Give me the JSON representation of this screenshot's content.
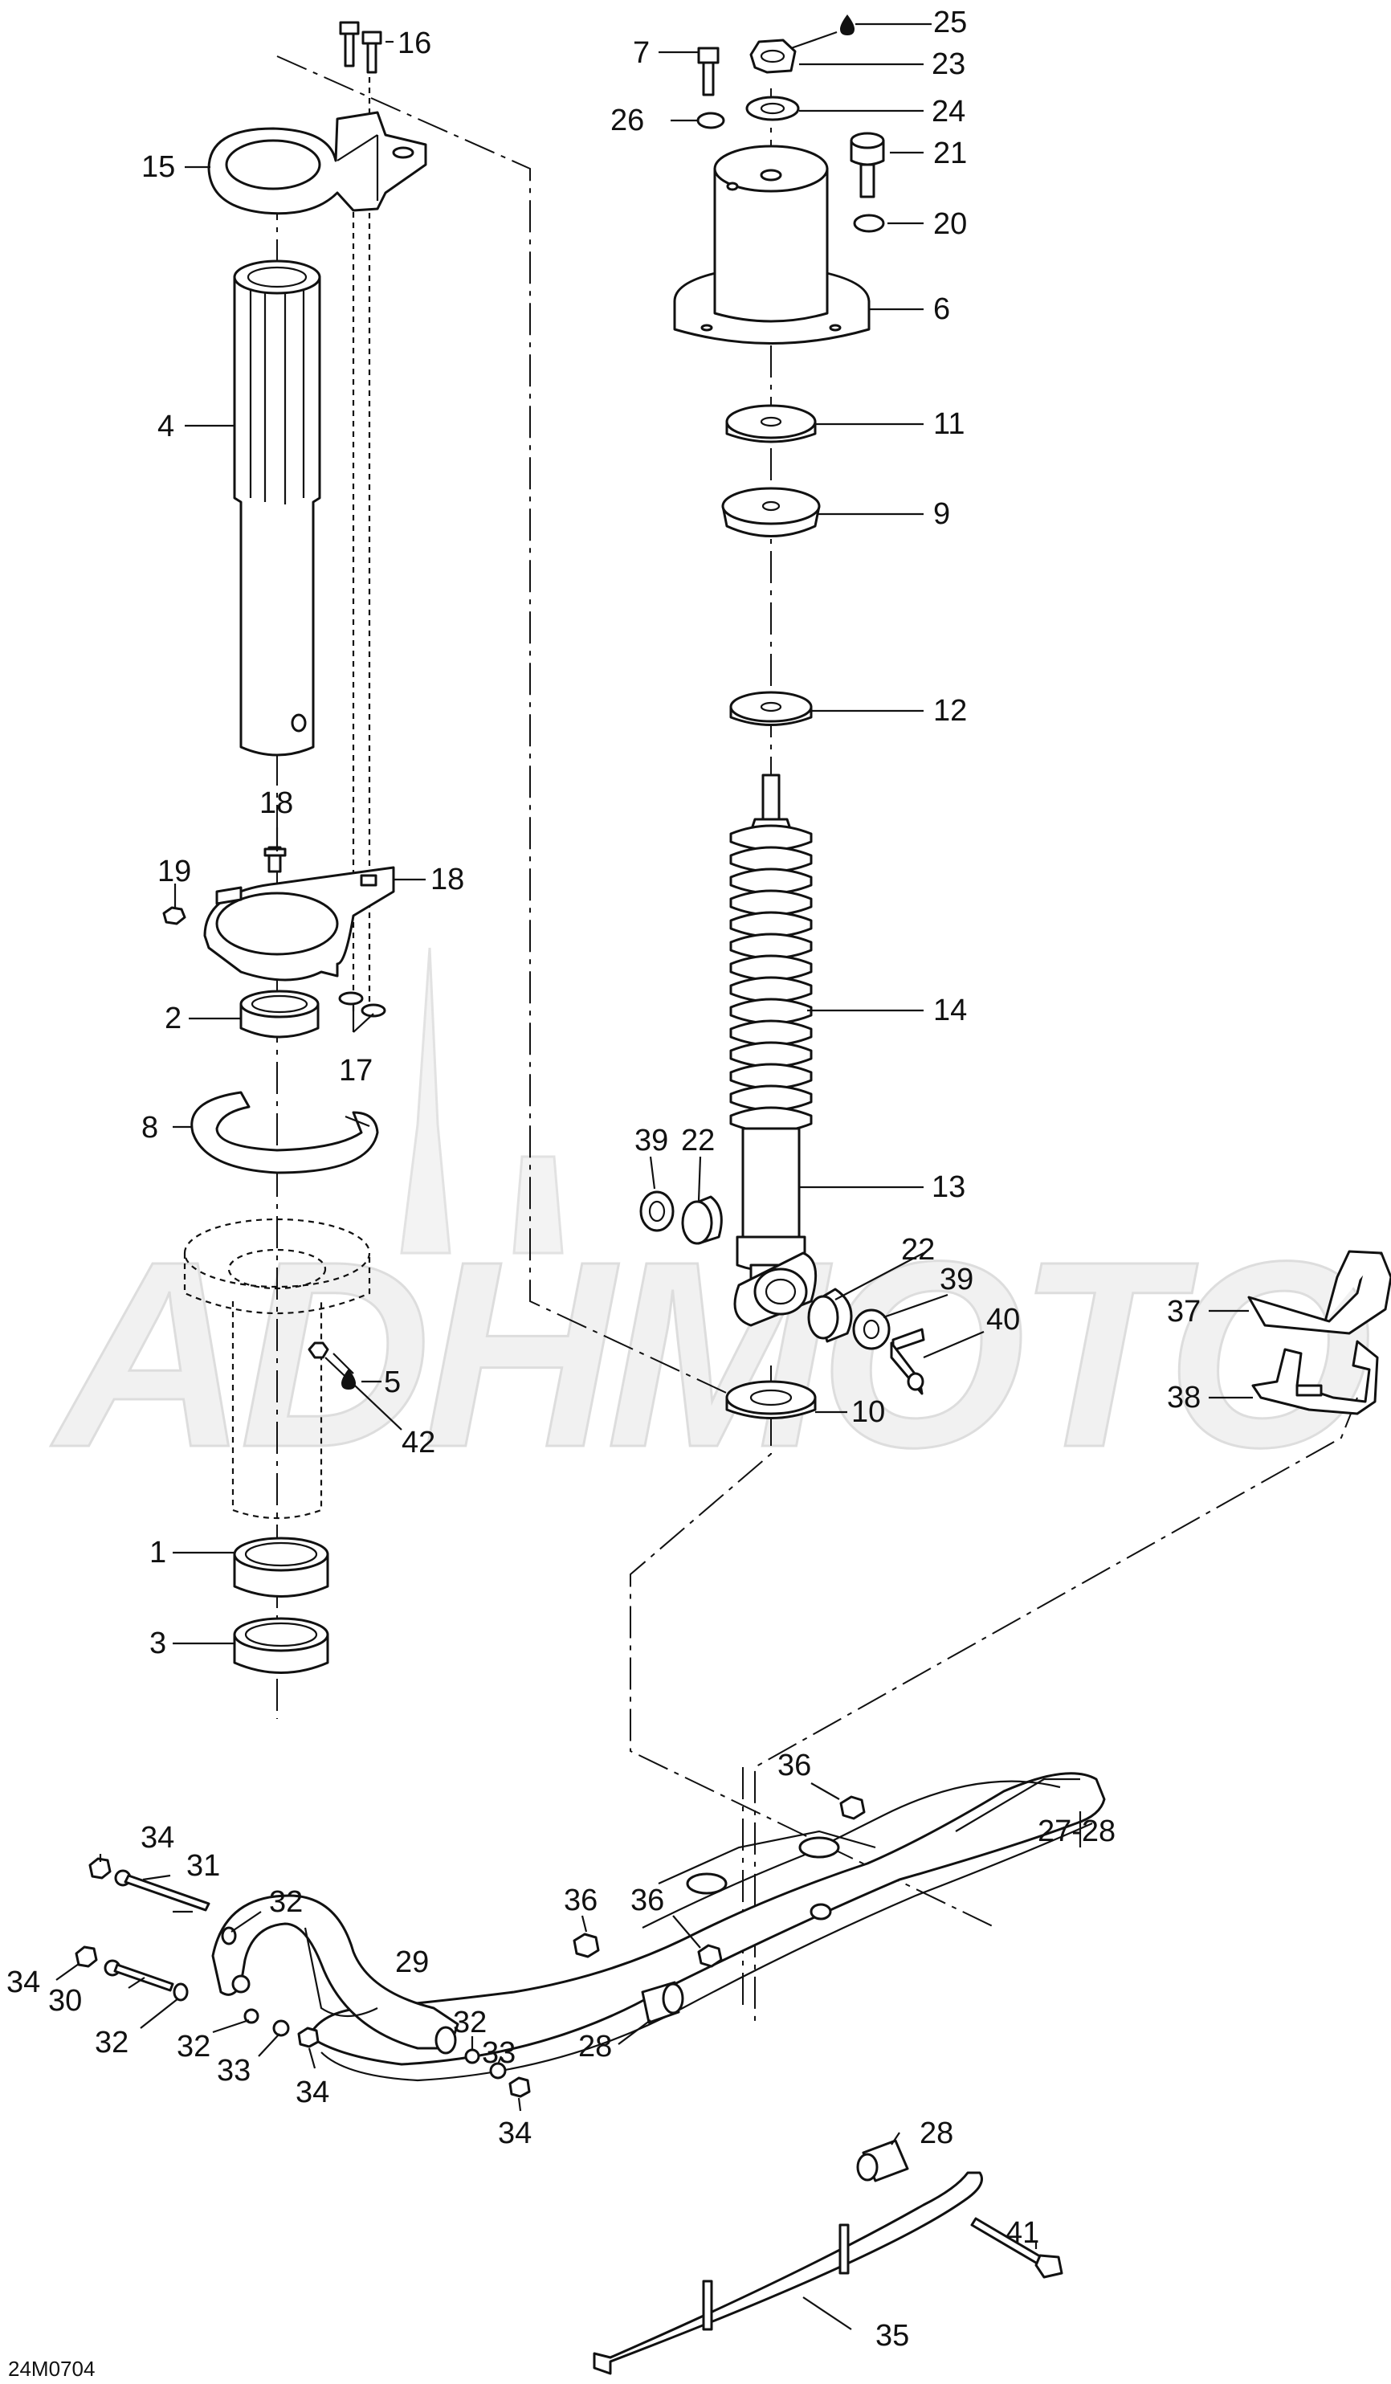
{
  "figure_code": "24M0704",
  "watermark": "ADHMOTO",
  "callouts": [
    {
      "id": "c1",
      "label": "1"
    },
    {
      "id": "c2",
      "label": "2"
    },
    {
      "id": "c3",
      "label": "3"
    },
    {
      "id": "c4",
      "label": "4"
    },
    {
      "id": "c5",
      "label": "5"
    },
    {
      "id": "c6",
      "label": "6"
    },
    {
      "id": "c7",
      "label": "7"
    },
    {
      "id": "c8",
      "label": "8"
    },
    {
      "id": "c9",
      "label": "9"
    },
    {
      "id": "c10",
      "label": "10"
    },
    {
      "id": "c11",
      "label": "11"
    },
    {
      "id": "c12",
      "label": "12"
    },
    {
      "id": "c13",
      "label": "13"
    },
    {
      "id": "c14",
      "label": "14"
    },
    {
      "id": "c15",
      "label": "15"
    },
    {
      "id": "c16",
      "label": "16"
    },
    {
      "id": "c17",
      "label": "17"
    },
    {
      "id": "c18a",
      "label": "18"
    },
    {
      "id": "c18b",
      "label": "18"
    },
    {
      "id": "c19",
      "label": "19"
    },
    {
      "id": "c20",
      "label": "20"
    },
    {
      "id": "c21",
      "label": "21"
    },
    {
      "id": "c22a",
      "label": "22"
    },
    {
      "id": "c22b",
      "label": "22"
    },
    {
      "id": "c23",
      "label": "23"
    },
    {
      "id": "c24",
      "label": "24"
    },
    {
      "id": "c25",
      "label": "25"
    },
    {
      "id": "c26",
      "label": "26"
    },
    {
      "id": "c2728",
      "label": "27-28"
    },
    {
      "id": "c28a",
      "label": "28"
    },
    {
      "id": "c28b",
      "label": "28"
    },
    {
      "id": "c29",
      "label": "29"
    },
    {
      "id": "c30",
      "label": "30"
    },
    {
      "id": "c31",
      "label": "31"
    },
    {
      "id": "c32a",
      "label": "32"
    },
    {
      "id": "c32b",
      "label": "32"
    },
    {
      "id": "c32c",
      "label": "32"
    },
    {
      "id": "c32d",
      "label": "32"
    },
    {
      "id": "c33a",
      "label": "33"
    },
    {
      "id": "c33b",
      "label": "33"
    },
    {
      "id": "c34a",
      "label": "34"
    },
    {
      "id": "c34b",
      "label": "34"
    },
    {
      "id": "c34c",
      "label": "34"
    },
    {
      "id": "c34d",
      "label": "34"
    },
    {
      "id": "c35",
      "label": "35"
    },
    {
      "id": "c36a",
      "label": "36"
    },
    {
      "id": "c36b",
      "label": "36"
    },
    {
      "id": "c36c",
      "label": "36"
    },
    {
      "id": "c37",
      "label": "37"
    },
    {
      "id": "c38",
      "label": "38"
    },
    {
      "id": "c39a",
      "label": "39"
    },
    {
      "id": "c39b",
      "label": "39"
    },
    {
      "id": "c40",
      "label": "40"
    },
    {
      "id": "c41",
      "label": "41"
    },
    {
      "id": "c42",
      "label": "42"
    }
  ]
}
